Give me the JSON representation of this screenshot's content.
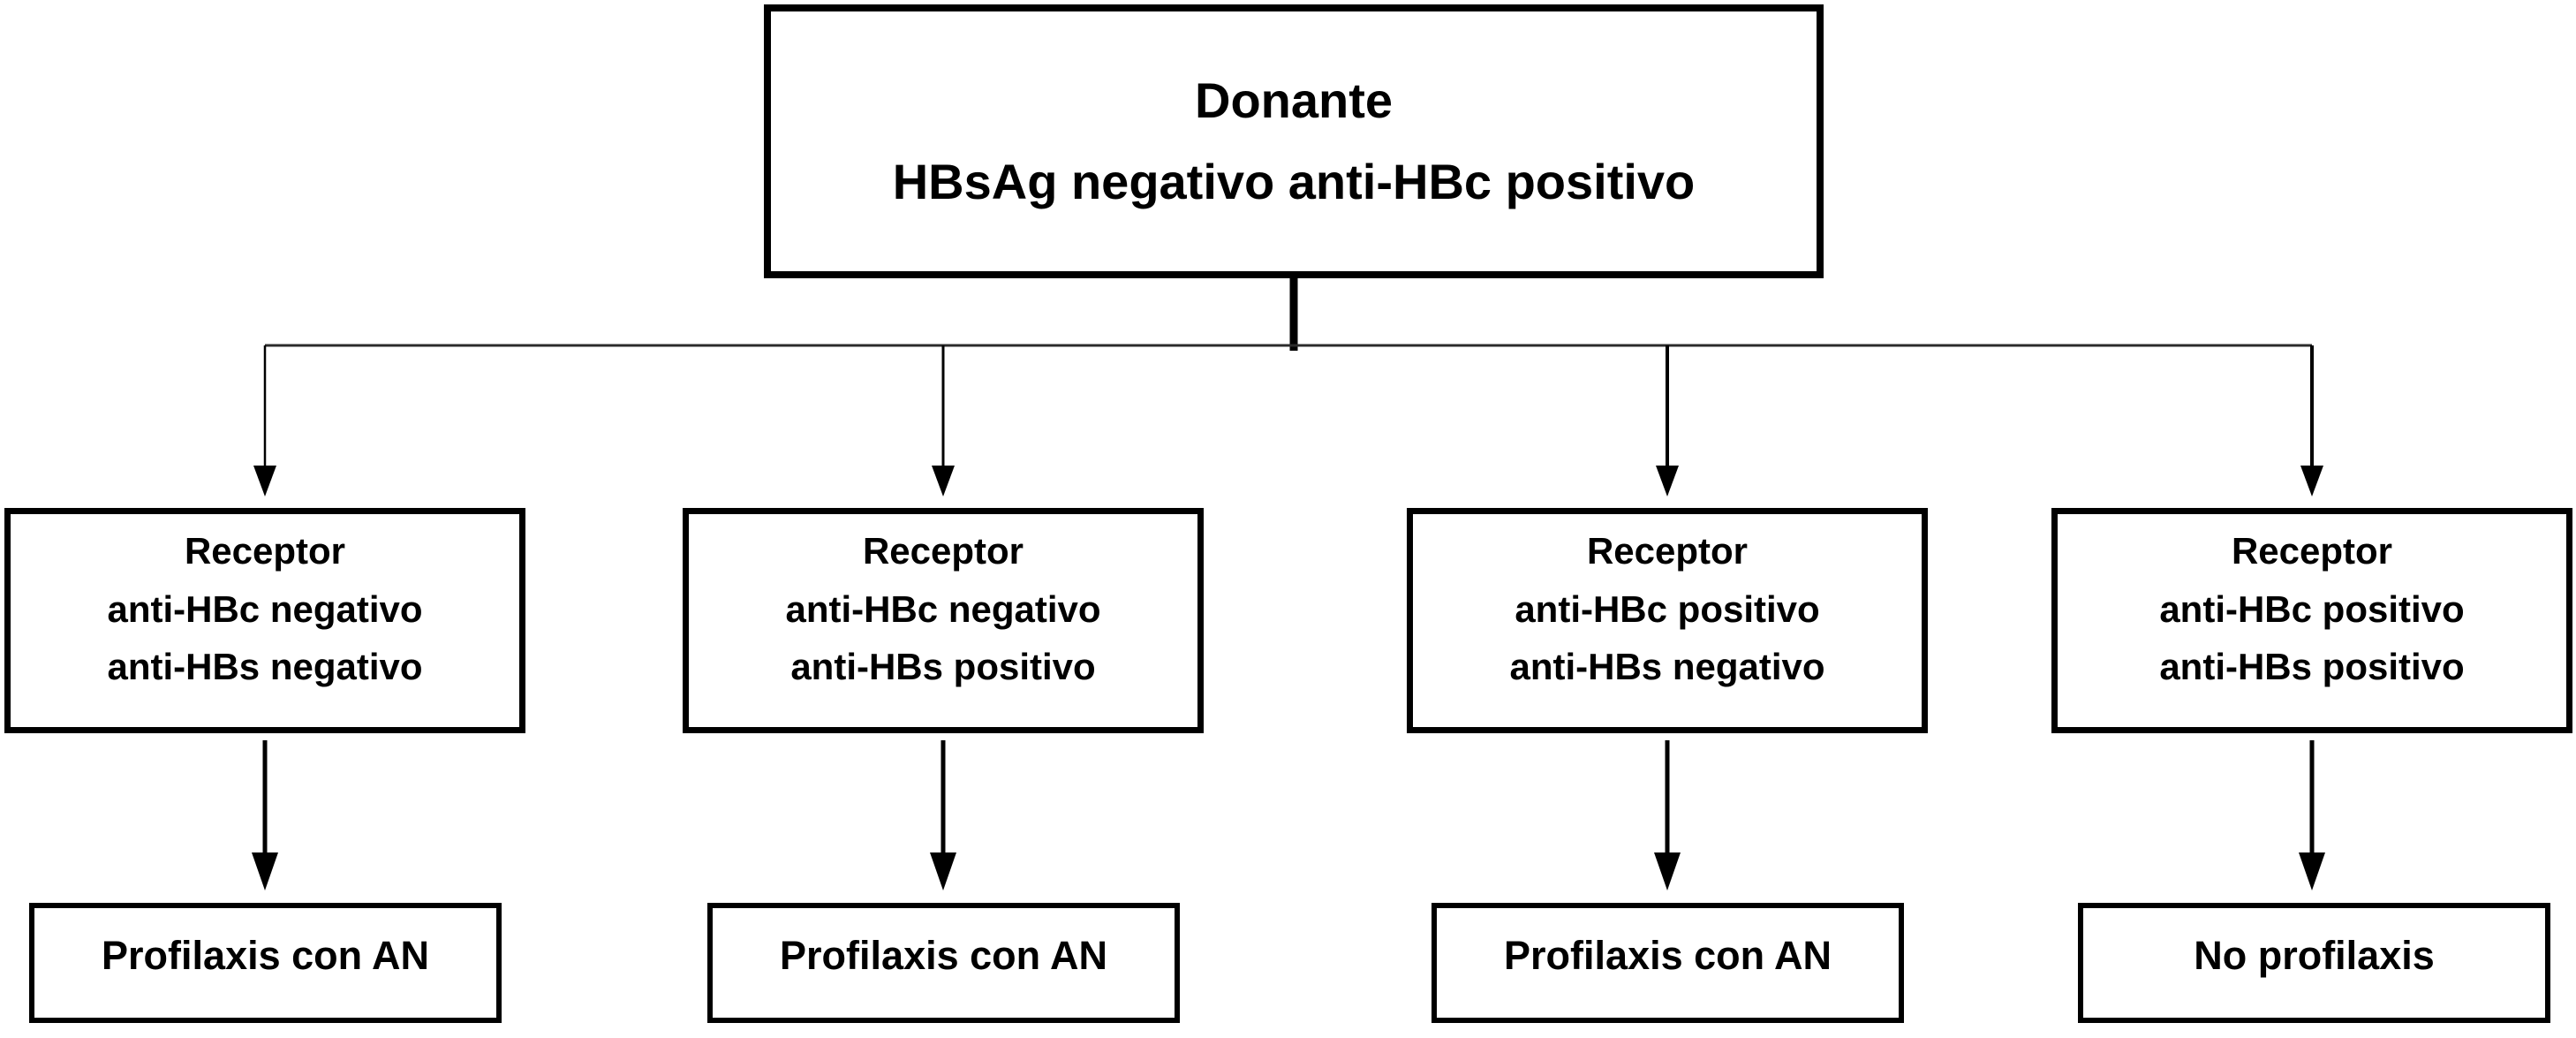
{
  "flowchart": {
    "background_color": "#ffffff",
    "box_border_color": "#000000",
    "text_color": "#000000",
    "connector_color": "#000000",
    "root": {
      "line1": "Donante",
      "line2": "HBsAg negativo anti-HBc positivo"
    },
    "branches": [
      {
        "receptor": {
          "title": "Receptor",
          "line2": "anti-HBc negativo",
          "line3": "anti-HBs negativo"
        },
        "outcome": "Profilaxis con AN"
      },
      {
        "receptor": {
          "title": "Receptor",
          "line2": "anti-HBc negativo",
          "line3": "anti-HBs positivo"
        },
        "outcome": "Profilaxis con AN"
      },
      {
        "receptor": {
          "title": "Receptor",
          "line2": "anti-HBc positivo",
          "line3": "anti-HBs negativo"
        },
        "outcome": "Profilaxis con AN"
      },
      {
        "receptor": {
          "title": "Receptor",
          "line2": "anti-HBc positivo",
          "line3": "anti-HBs positivo"
        },
        "outcome": "No profilaxis"
      }
    ]
  }
}
